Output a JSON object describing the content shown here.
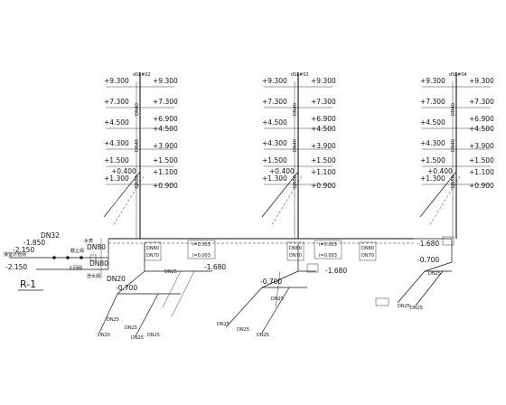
{
  "diagram_title": "R-1",
  "risers": [
    {
      "id": "riser-1",
      "top_tag": "dSL#02",
      "elevations_left": [
        "+9.300",
        "+7.300",
        "+4.500",
        "+4.300",
        "+1.500",
        "+1.300"
      ],
      "elevations_right": [
        "+9.300",
        "+7.300",
        "+6.900",
        "+4.500",
        "+3.900",
        "+1.500",
        "+1.100",
        "+0.900"
      ],
      "pipe_sizes": [
        "DN40",
        "DN40",
        "DN50"
      ],
      "base_elevation": "+0.400"
    },
    {
      "id": "riser-2",
      "top_tag": "dSL#02",
      "elevations_left": [
        "+9.300",
        "+7.300",
        "+4.500",
        "+4.300",
        "+1.500",
        "+1.300"
      ],
      "elevations_right": [
        "+9.300",
        "+7.300",
        "+6.900",
        "+4.500",
        "+3.900",
        "+1.500",
        "+1.100",
        "+0.900"
      ],
      "pipe_sizes": [
        "DN40",
        "DN40",
        "DN50"
      ],
      "base_elevation": "+0.400"
    },
    {
      "id": "riser-3",
      "top_tag": "dSL#04",
      "elevations_left": [
        "+9.300",
        "+7.300",
        "+4.500",
        "+4.300",
        "+1.500",
        "+1.300"
      ],
      "elevations_right": [
        "+9.300",
        "+7.300",
        "+6.900",
        "+4.500",
        "+3.900",
        "+1.500",
        "+1.100",
        "+0.900"
      ],
      "pipe_sizes": [
        "DN40",
        "DN40",
        "DN50"
      ],
      "base_elevation": "+0.400"
    }
  ],
  "entry": {
    "size": "DN32",
    "elev_top": "-1.850",
    "elev_mid": "-2.150",
    "elev_low": "-2.150",
    "size_b": "DN80",
    "size_c": "DN80",
    "size_d": "DN20",
    "note_left": "接室外管网",
    "note_valve": "截止阀",
    "note_meter": "水表",
    "note_check": "止回阀",
    "note_drain": "泄水阀"
  },
  "main_labels": [
    "DN80",
    "DN70",
    "DN80",
    "DN70",
    "DN80",
    "DN70"
  ],
  "slope_labels": [
    "i=0.003",
    "i=0.003",
    "i=0.003",
    "i=0.003"
  ],
  "lower_labels": {
    "elev_a": "-1.680",
    "elev_b": "-0.700",
    "elev_c": "-1.680",
    "elev_d": "-0.700",
    "elev_e": "-1.680",
    "elev_f": "-0.700",
    "size": "DN25",
    "size_alt": "DN20"
  },
  "colors": {
    "line": "#111111",
    "background": "#ffffff"
  }
}
